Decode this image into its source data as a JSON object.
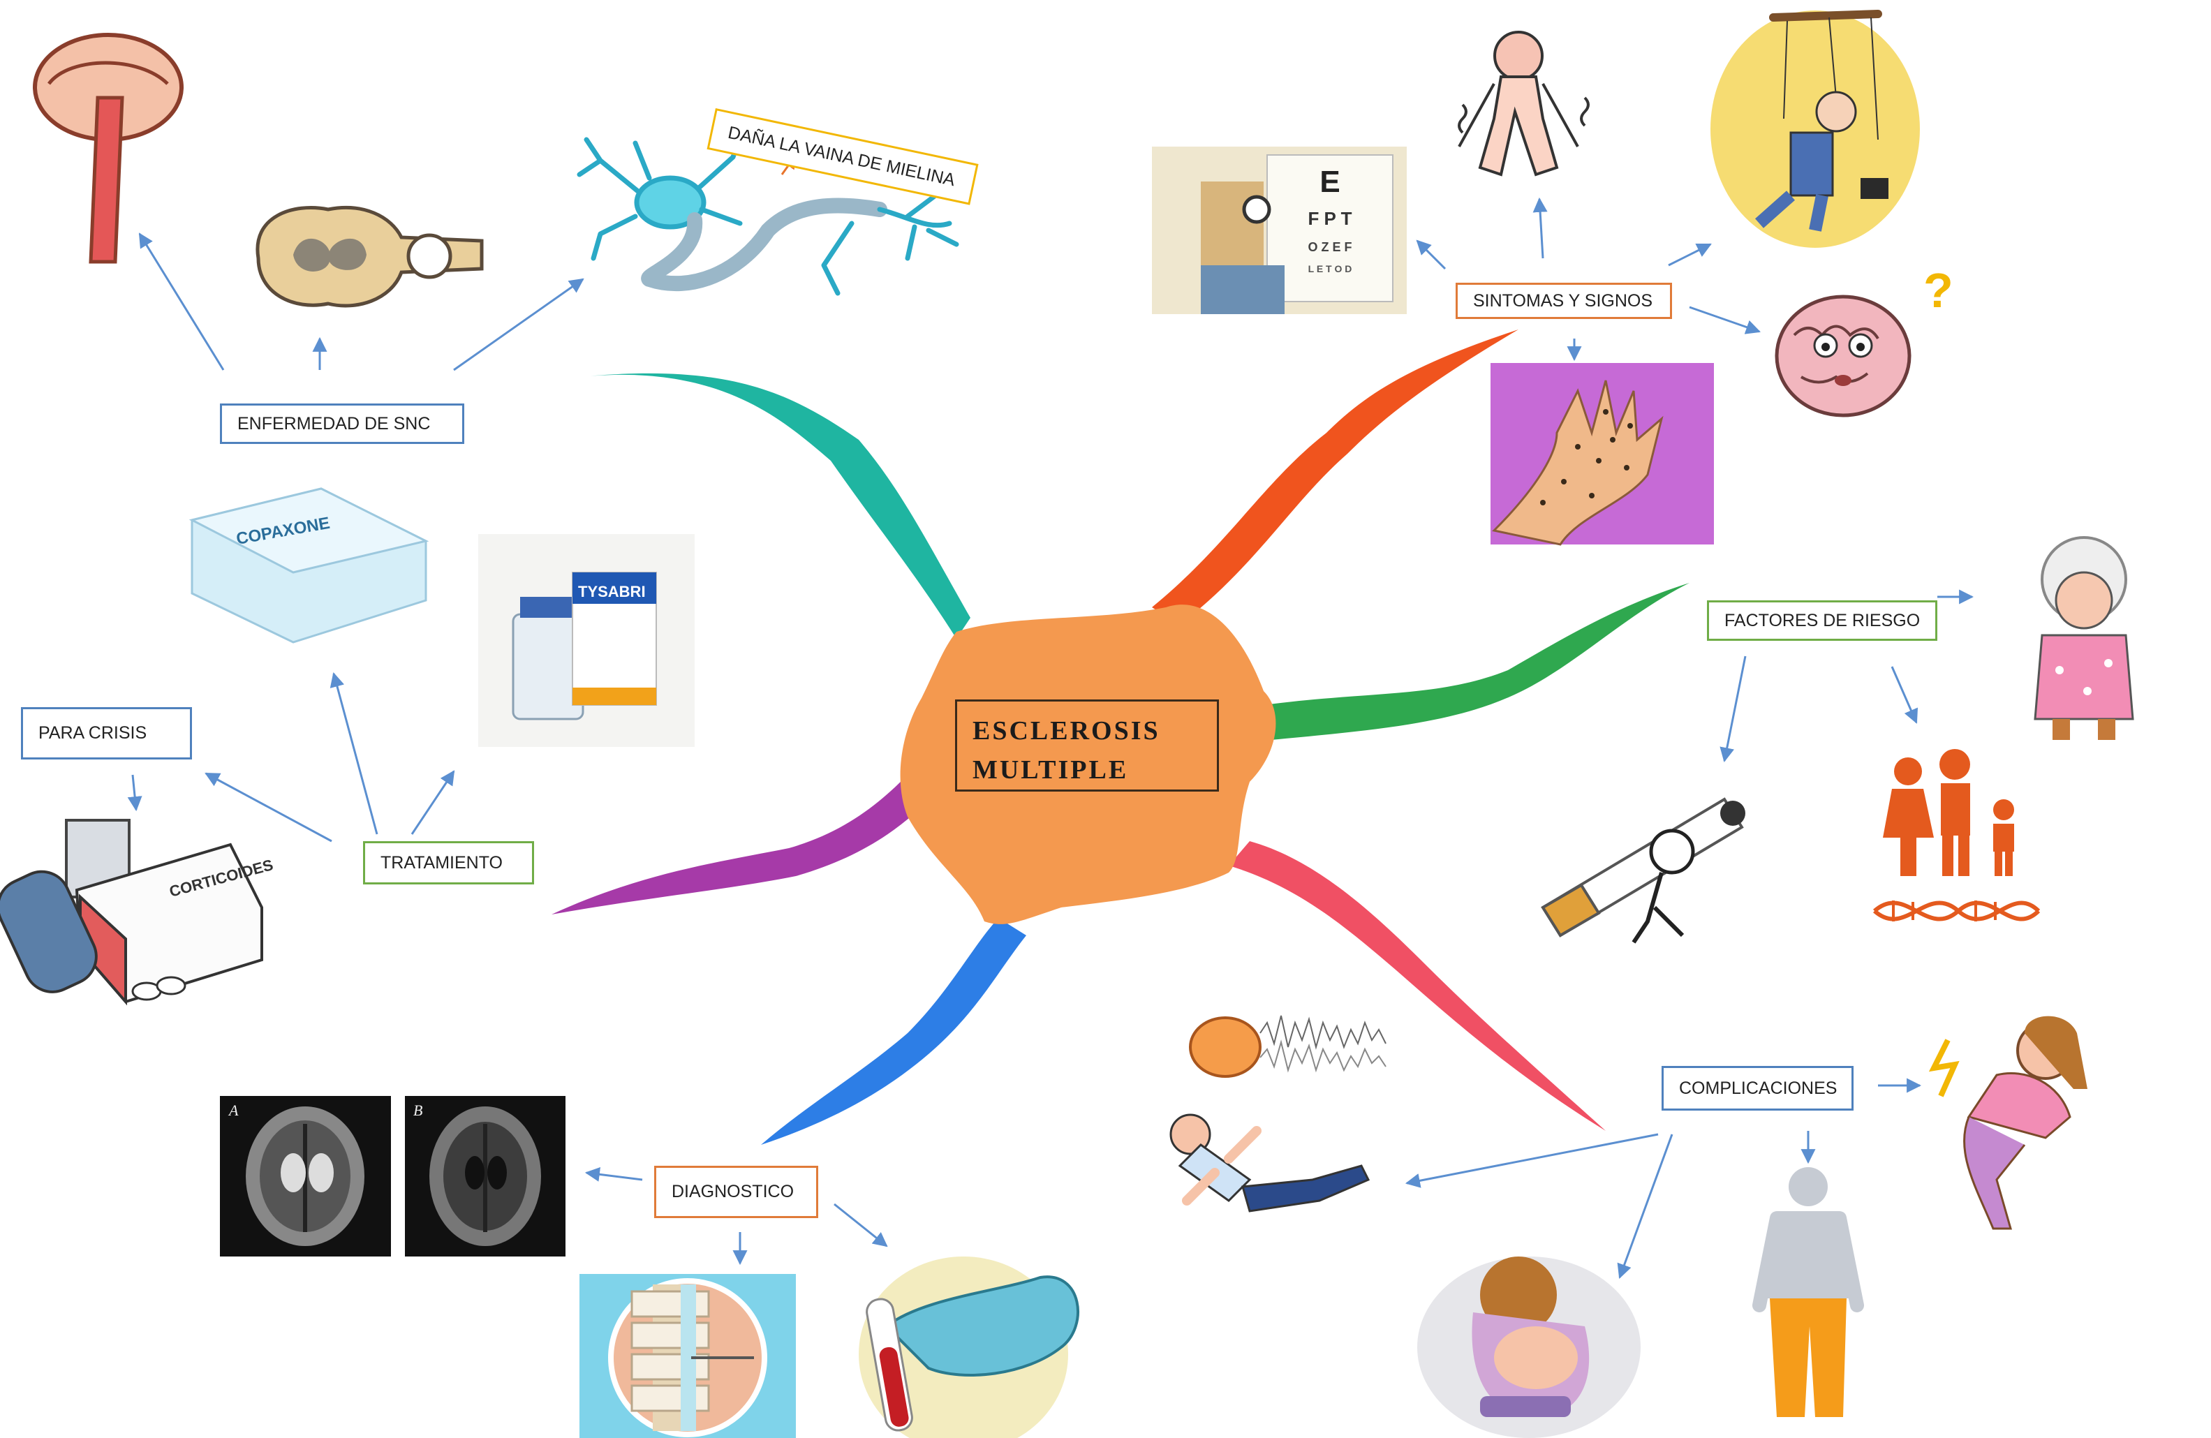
{
  "center": {
    "title": "ESCLEROSIS MULTIPLE"
  },
  "nodes": {
    "enfermedad": "ENFERMEDAD DE SNC",
    "vaina": "DAÑA LA VAINA DE MIELINA",
    "sintomas": "SINTOMAS Y SIGNOS",
    "factores": "FACTORES DE RIESGO",
    "complicaciones": "COMPLICACIONES",
    "diagnostico": "DIAGNOSTICO",
    "tratamiento": "TRATAMIENTO",
    "crisis": "PARA CRISIS"
  },
  "images": {
    "eye_chart_letters": [
      "E",
      "F P T",
      "O Z E F",
      "L E T O D"
    ],
    "mri_panel_left": "A",
    "mri_panel_right": "B",
    "copaxone_box": "COPAXONE",
    "tysabri_box": "TYSABRI",
    "corticoides_box": "CORTICOIDES",
    "question_mark": "?"
  },
  "colors": {
    "center_blob": "#f4994f",
    "branch_teal": "#1fb5a1",
    "branch_orange": "#f0541e",
    "branch_green": "#2fa84f",
    "branch_purple": "#a63aa8",
    "branch_blue": "#2d7ee6",
    "branch_red": "#f05064",
    "arrow": "#5b8fd0"
  }
}
